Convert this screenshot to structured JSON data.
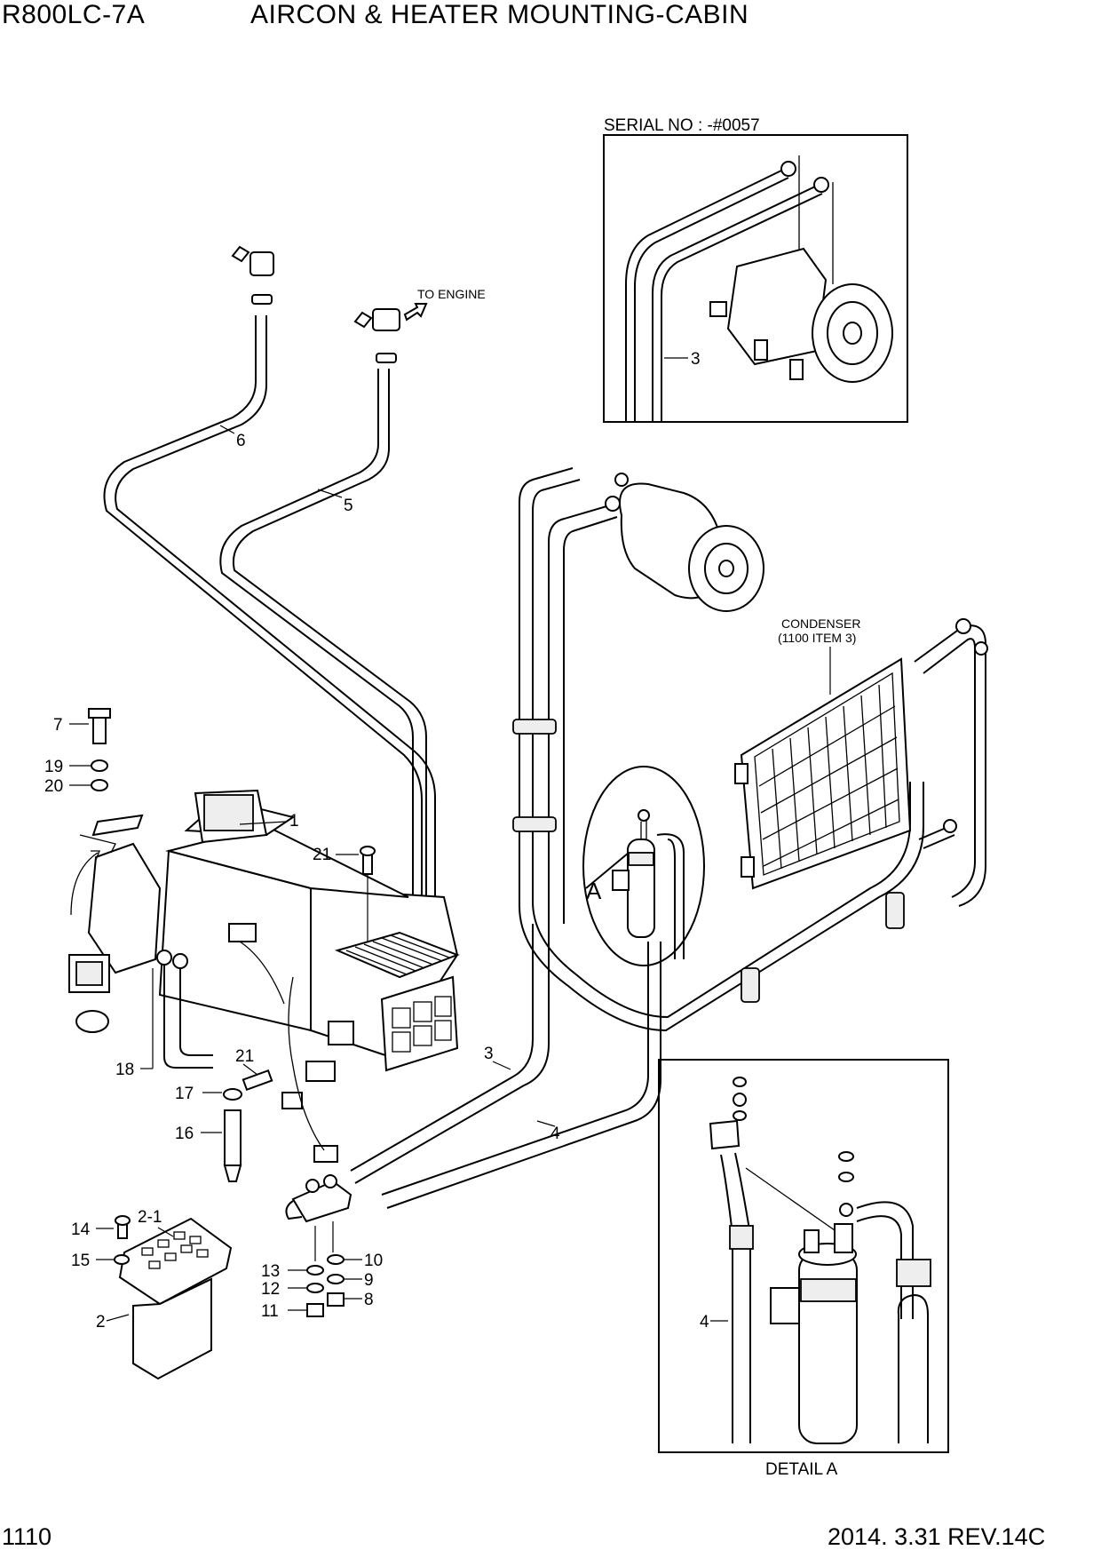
{
  "header": {
    "model": "R800LC-7A",
    "title": "AIRCON & HEATER MOUNTING-CABIN"
  },
  "footer": {
    "page": "1110",
    "revision": "2014. 3.31  REV.14C"
  },
  "notes": {
    "serial": "SERIAL NO : -#0057",
    "to_engine": "TO ENGINE",
    "condenser_line1": "CONDENSER",
    "condenser_line2": "(1100 ITEM 3)",
    "detail_marker": "A",
    "detail_caption": "DETAIL  A"
  },
  "callouts": {
    "c1": "1",
    "c2": "2",
    "c2_1": "2-1",
    "c3_top": "3",
    "c3_main": "3",
    "c4_main": "4",
    "c4_detail": "4",
    "c5": "5",
    "c6": "6",
    "c7": "7",
    "c8": "8",
    "c9": "9",
    "c10": "10",
    "c11": "11",
    "c12": "12",
    "c13": "13",
    "c14": "14",
    "c15": "15",
    "c16": "16",
    "c17": "17",
    "c18": "18",
    "c19": "19",
    "c20": "20",
    "c21_top": "21",
    "c21_bottom": "21"
  }
}
